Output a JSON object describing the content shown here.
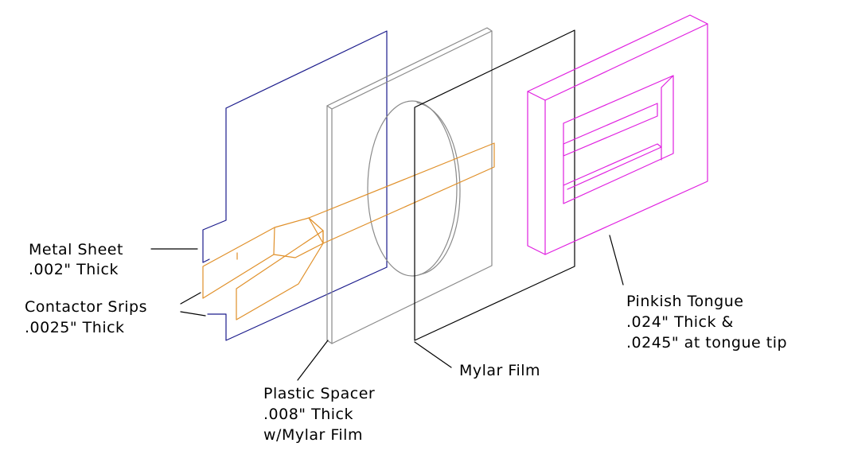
{
  "colors": {
    "metal_sheet": "#1c1c8c",
    "contactor_strips": "#e0902a",
    "plastic_spacer": "#8a8a8a",
    "mylar_film": "#000000",
    "pinkish_tongue": "#e020e0",
    "leader_lines": "#000000"
  },
  "labels": {
    "metal_sheet": {
      "line1": "Metal Sheet",
      "line2": ".002\" Thick"
    },
    "contactor_strips": {
      "line1": "Contactor Srips",
      "line2": ".0025\" Thick"
    },
    "plastic_spacer": {
      "line1": "Plastic Spacer",
      "line2": ".008\" Thick",
      "line3": "w/Mylar Film"
    },
    "mylar_film": {
      "line1": "Mylar Film"
    },
    "pinkish_tongue": {
      "line1": "Pinkish Tongue",
      "line2": ".024\" Thick &",
      "line3": ".0245\" at tongue tip"
    }
  }
}
